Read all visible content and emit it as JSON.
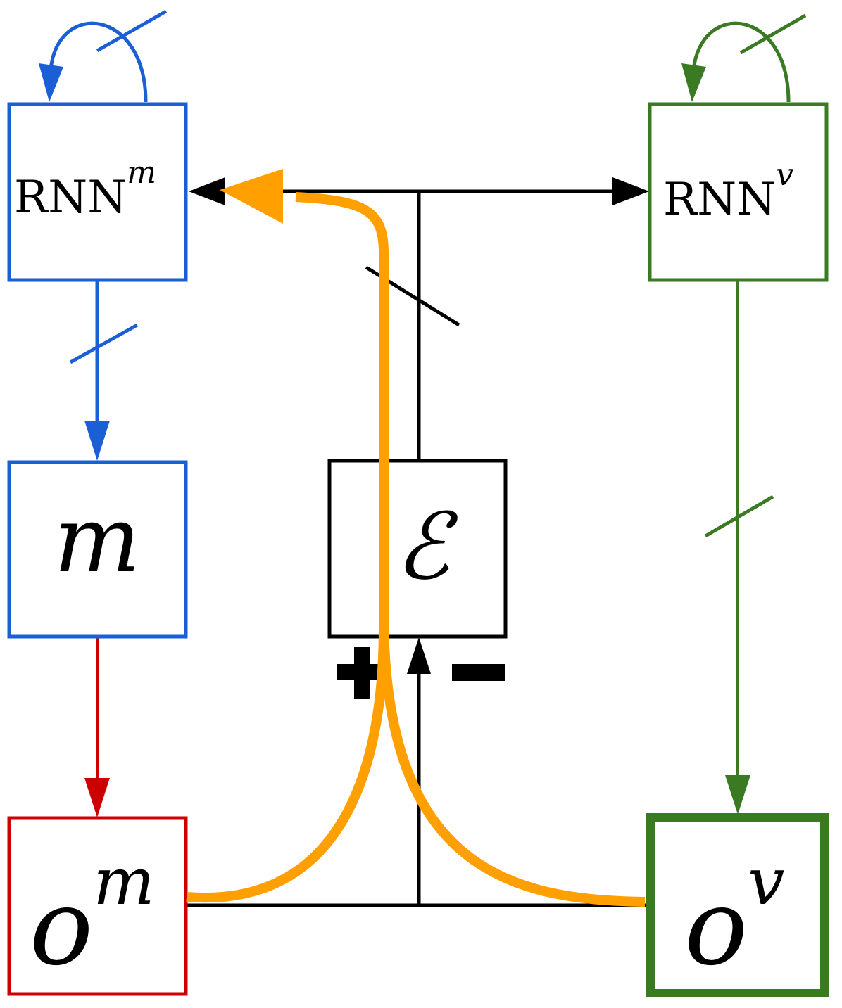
{
  "colors": {
    "blue": "#1a5fd6",
    "green": "#3a7a22",
    "red": "#cc0000",
    "black": "#000000",
    "orange": "#ffa000"
  },
  "nodes": {
    "rnn_m": {
      "base": "RNN",
      "sup": "m"
    },
    "rnn_v": {
      "base": "RNN",
      "sup": "v"
    },
    "m": {
      "label": "m"
    },
    "epsilon": {
      "label": "ℰ"
    },
    "o_m": {
      "base": "o",
      "sup": "m"
    },
    "o_v": {
      "base": "o",
      "sup": "v"
    }
  },
  "signs": {
    "plus": "+",
    "minus": "−"
  }
}
